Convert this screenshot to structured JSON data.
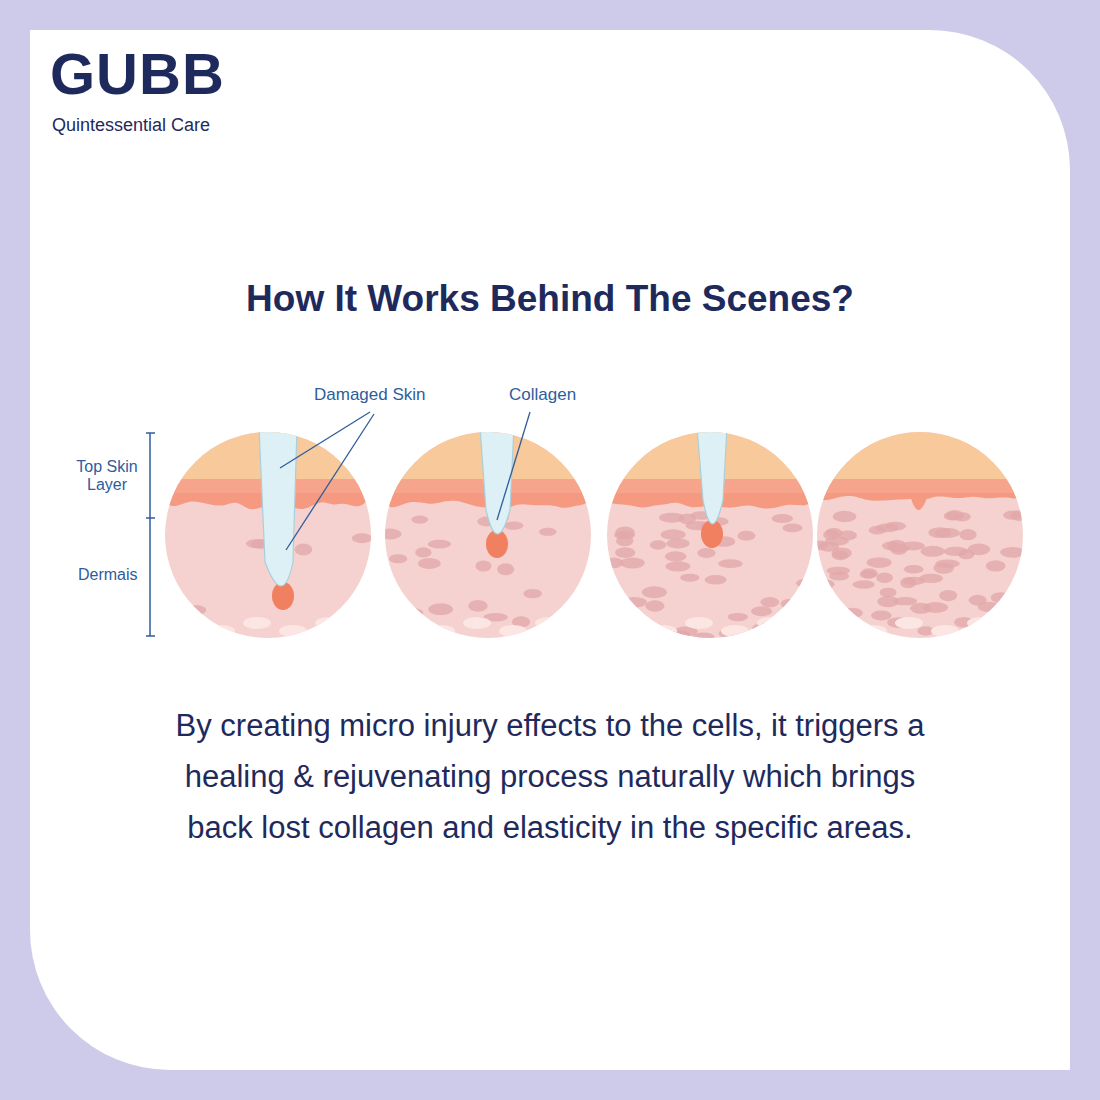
{
  "diagram": {
    "title": "How It Works Behind The Scenes?",
    "caption": "By creating micro injury effects to the cells, it triggers a healing & rejuvenating process naturally which brings back lost collagen and elasticity in the specific areas.",
    "labels": [
      "GUBB",
      "Quintessential Care",
      "Damaged Skin",
      "Collagen",
      "Top Skin Layer",
      "Dermais"
    ]
  }
}
